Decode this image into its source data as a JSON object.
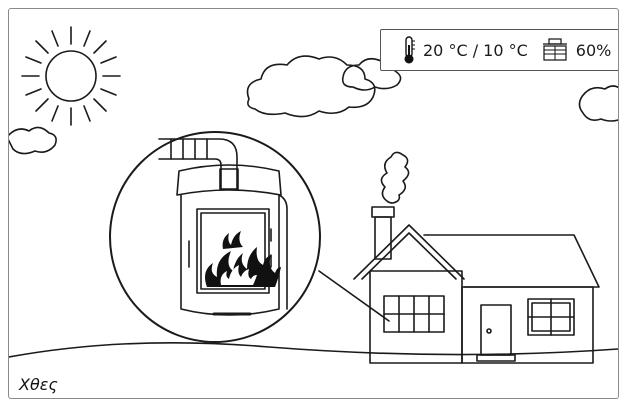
{
  "weather": {
    "temperature_text": "20 °C / 10 °C",
    "humidity_text": "60%",
    "temperature_icon": "thermometer-icon",
    "humidity_icon": "humidity-icon"
  },
  "scene": {
    "elements": [
      "sun-icon",
      "cloud",
      "house",
      "chimney-smoke",
      "wood-stove-magnified"
    ]
  },
  "caption": "Χθες",
  "colors": {
    "line": "#1a1a1a",
    "frame": "#8a8a8a",
    "background": "#ffffff"
  }
}
